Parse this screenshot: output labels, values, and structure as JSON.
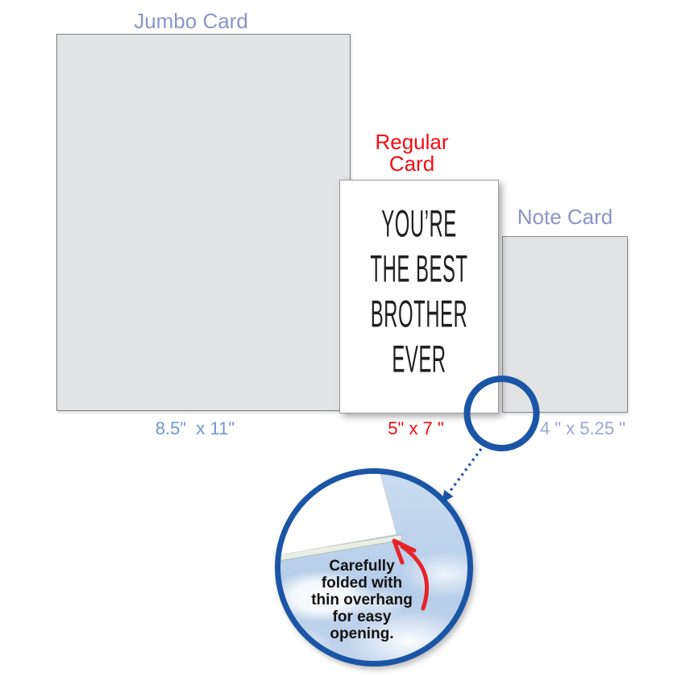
{
  "cards": {
    "jumbo": {
      "label": "Jumbo Card",
      "size": "8.5\"  x 11\""
    },
    "regular": {
      "label_line1": "Regular",
      "label_line2": "Card",
      "size": "5\" x 7 \"",
      "message_lines": [
        "YOU’RE",
        "THE BEST",
        "BROTHER",
        "EVER"
      ]
    },
    "note": {
      "label": "Note Card",
      "size": "4 \" x 5.25 \""
    }
  },
  "callout": {
    "lines": [
      "Carefully",
      "folded with",
      "thin overhang",
      "for easy",
      "opening."
    ]
  },
  "colors": {
    "title_blue": "#8a94cb",
    "dim_blue": "#7096cf",
    "dim_periwinkle": "#9aa5d3",
    "red": "#f60b12",
    "circle_blue": "#1b55a6",
    "arrow_red": "#e62329",
    "card_gray": "#e2e3e5"
  }
}
